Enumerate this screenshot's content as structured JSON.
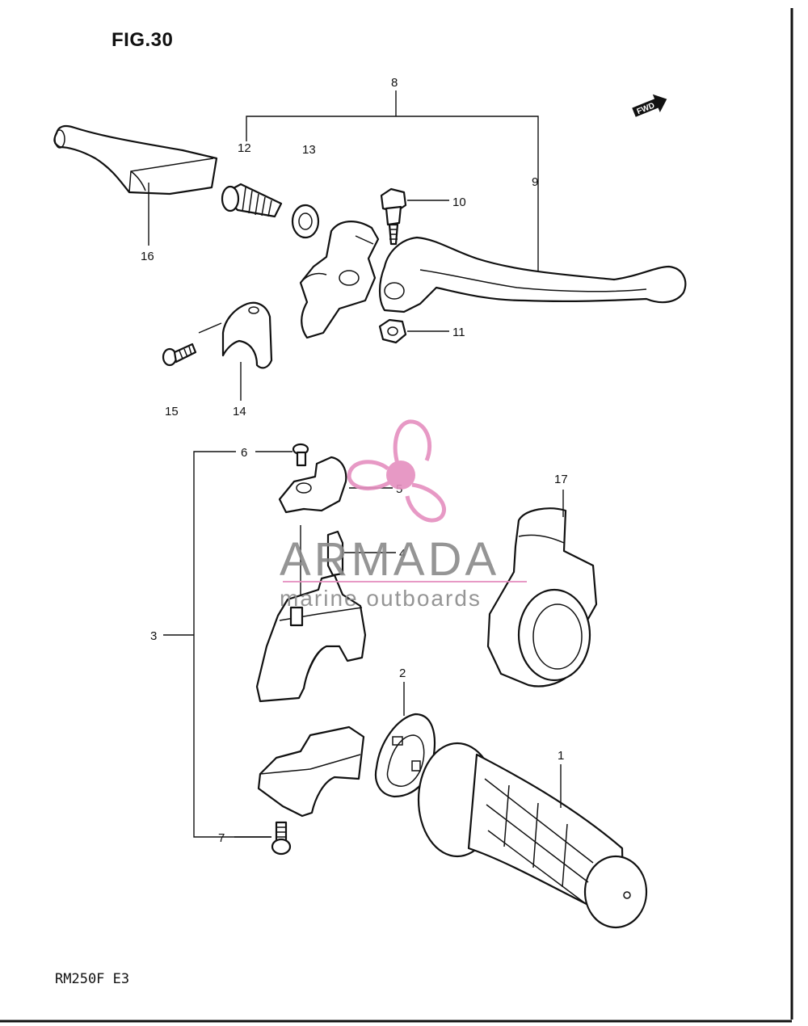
{
  "figure": {
    "title": "FIG.30",
    "model_code": "RM250F E3"
  },
  "direction_badge": {
    "label": "FWD"
  },
  "callouts": {
    "c1": "1",
    "c2": "2",
    "c3": "3",
    "c4": "4",
    "c5": "5",
    "c6": "6",
    "c7": "7",
    "c8": "8",
    "c9": "9",
    "c10": "10",
    "c11": "11",
    "c12": "12",
    "c13": "13",
    "c14": "14",
    "c15": "15",
    "c16": "16",
    "c17": "17"
  },
  "watermark": {
    "brand": "ARMADA",
    "tagline": "marine outboards",
    "brand_color": "#8a8a8a",
    "accent_color": "#e58fbf"
  }
}
